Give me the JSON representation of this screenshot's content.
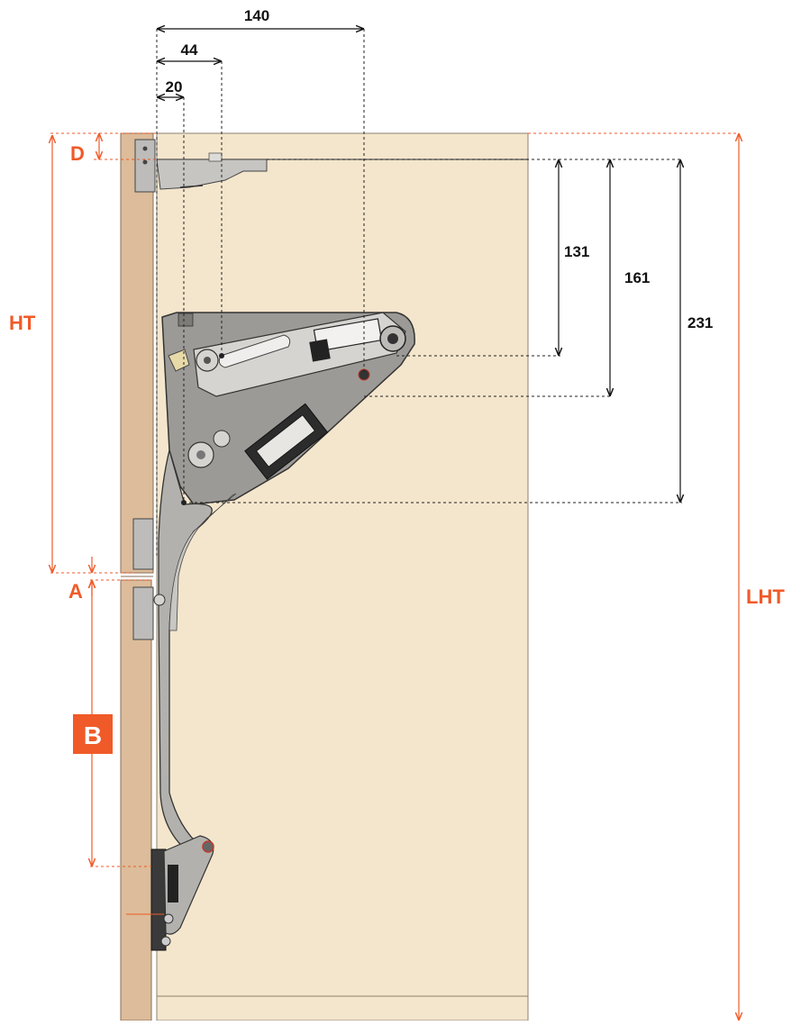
{
  "colors": {
    "cabinet": "#f4e6cc",
    "door": "#dcbc9a",
    "mechanism": "#9c9a97",
    "accent": "#f05a28"
  },
  "dimensions": {
    "horizontal": {
      "d140": "140",
      "d44": "44",
      "d20": "20"
    },
    "vertical": {
      "d131": "131",
      "d161": "161",
      "d231": "231"
    }
  },
  "labels": {
    "D": "D",
    "HT": "HT",
    "A": "A",
    "B": "B",
    "LHT": "LHT"
  }
}
